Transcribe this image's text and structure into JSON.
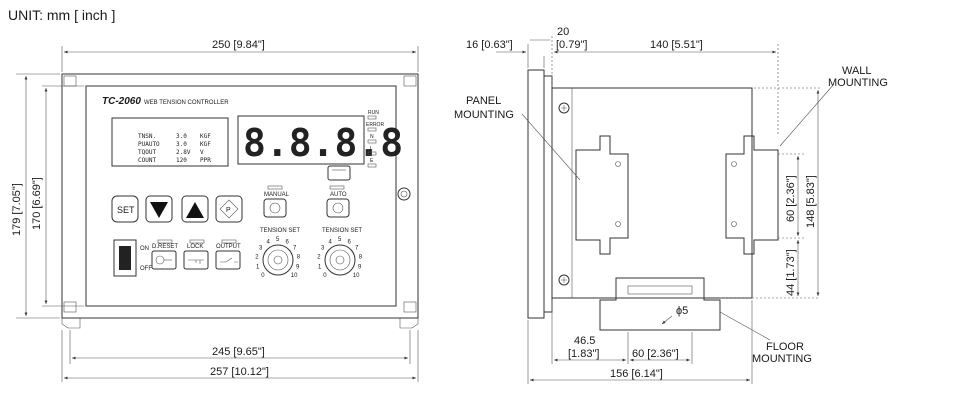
{
  "unit_label": "UNIT: mm [ inch ]",
  "front": {
    "model": "TC-2060",
    "subtitle": "WEB TENSION CONTROLLER",
    "digits": "8.8.8.8",
    "lcd_rows": [
      [
        "TNSN.",
        "3.0",
        "KGF"
      ],
      [
        "PUAUTO",
        "3.0",
        "KGF"
      ],
      [
        "TQOUT",
        "2.8V",
        "V"
      ],
      [
        "COUNT",
        "120",
        "PPR"
      ]
    ],
    "indicators": [
      "RUN",
      "ERROR",
      "N",
      "L",
      "E"
    ],
    "buttons": {
      "set": "SET",
      "p": "P",
      "manual": "MANUAL",
      "auto": "AUTO",
      "dreset": "D.RESET",
      "lock": "LOCK",
      "output": "OUTPUT"
    },
    "switch": {
      "on": "ON",
      "off": "OFF"
    },
    "tension_set": "TENSION SET",
    "dial_numbers": [
      "0",
      "1",
      "2",
      "3",
      "4",
      "5",
      "6",
      "7",
      "8",
      "9",
      "10"
    ]
  },
  "dims": {
    "width_total": "250 [9.84\"]",
    "height_outer": "179 [7.05\"]",
    "height_inner": "170 [6.69\"]",
    "mount_width": "245 [9.65\"]",
    "base_width": "257 [10.12\"]",
    "side_16": "16 [0.63\"]",
    "side_20_a": "20",
    "side_20_b": "[0.79\"]",
    "side_140": "140 [5.51\"]",
    "side_60_v": "60 [2.36\"]",
    "side_148": "148 [5.83\"]",
    "side_44": "44 [1.73\"]",
    "side_46_a": "46.5",
    "side_46_b": "[1.83\"]",
    "side_60_h": "60 [2.36\"]",
    "side_156": "156 [6.14\"]",
    "hole": "ϕ5"
  },
  "callouts": {
    "panel_1": "PANEL",
    "panel_2": "MOUNTING",
    "wall_1": "WALL",
    "wall_2": "MOUNTING",
    "floor_1": "FLOOR",
    "floor_2": "MOUNTING"
  }
}
